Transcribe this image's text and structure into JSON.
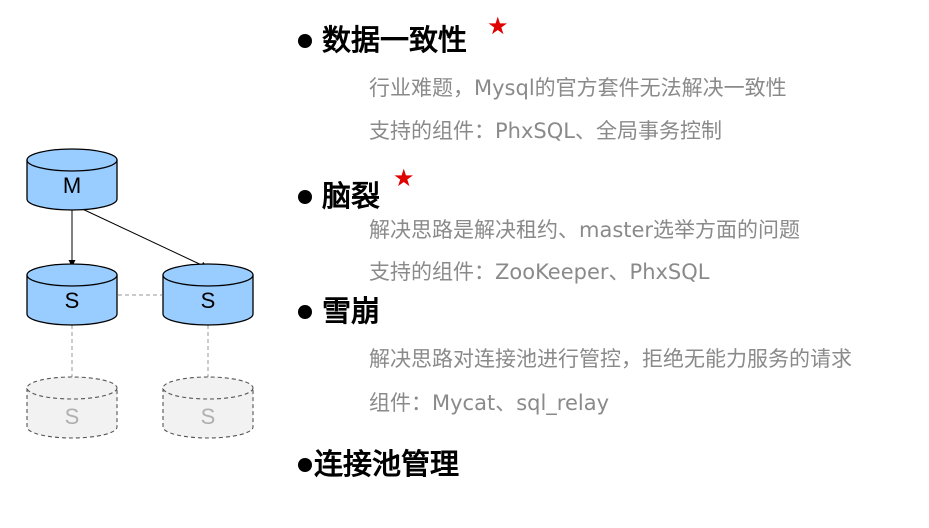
{
  "diagram": {
    "master_label": "M",
    "slave_label": "S",
    "colors": {
      "node_fill": "#99ccff",
      "node_stroke": "#000000",
      "ghost_fill": "#f2f2f2",
      "ghost_stroke": "#555555",
      "ghost_text": "#b0b0b0",
      "link_dash": "#aaaaaa"
    }
  },
  "sections": [
    {
      "title": "数据一致性",
      "starred": true,
      "lines": [
        "行业难题，Mysql的官方套件无法解决一致性",
        "支持的组件：PhxSQL、全局事务控制"
      ]
    },
    {
      "title": "脑裂",
      "starred": true,
      "lines": [
        "解决思路是解决租约、master选举方面的问题",
        "支持的组件：ZooKeeper、PhxSQL"
      ]
    },
    {
      "title": "雪崩",
      "starred": false,
      "lines": [
        "解决思路对连接池进行管控，拒绝无能力服务的请求",
        "组件：Mycat、sql_relay"
      ]
    },
    {
      "title": "连接池管理",
      "starred": false,
      "lines": []
    }
  ],
  "star_glyph": "★",
  "star_color": "#e00000",
  "text_color_desc": "#8a8a8a"
}
